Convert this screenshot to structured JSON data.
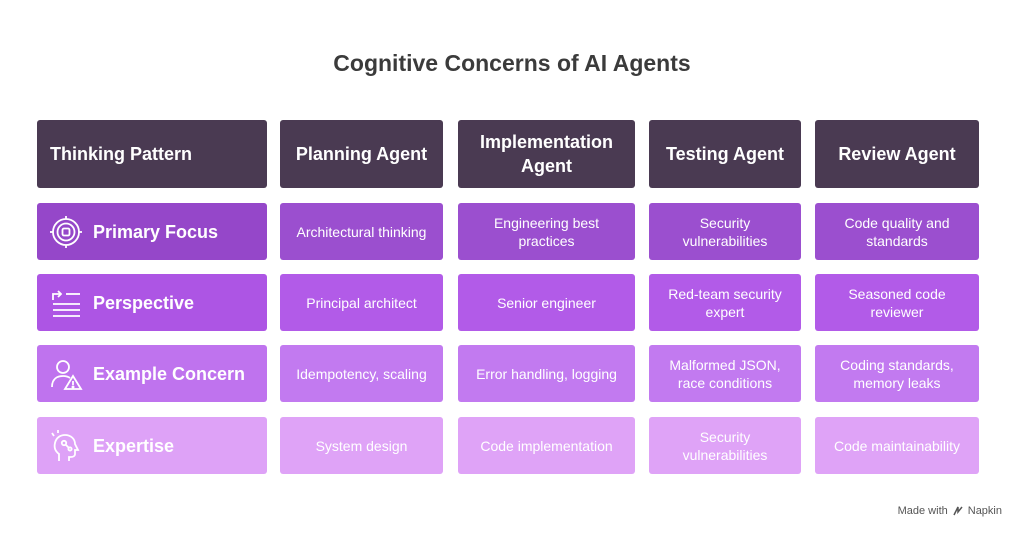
{
  "title": "Cognitive Concerns of AI Agents",
  "headers": [
    "Thinking Pattern",
    "Planning Agent",
    "Implementation Agent",
    "Testing Agent",
    "Review Agent"
  ],
  "rows": [
    {
      "label": "Primary Focus",
      "icon": "target-icon",
      "cells": [
        "Architectural thinking",
        "Engineering best practices",
        "Security vulnerabilities",
        "Code quality and standards"
      ]
    },
    {
      "label": "Perspective",
      "icon": "list-arrow-icon",
      "cells": [
        "Principal architect",
        "Senior engineer",
        "Red-team security expert",
        "Seasoned code reviewer"
      ]
    },
    {
      "label": "Example Concern",
      "icon": "person-warning-icon",
      "cells": [
        "Idempotency, scaling",
        "Error handling, logging",
        "Malformed JSON, race conditions",
        "Coding standards, memory leaks"
      ]
    },
    {
      "label": "Expertise",
      "icon": "head-idea-icon",
      "cells": [
        "System design",
        "Code implementation",
        "Security vulnerabilities",
        "Code maintainability"
      ]
    }
  ],
  "colors": {
    "header": "#4a3a52",
    "row1": "#9b4fcf",
    "row2": "#b25be8",
    "row3": "#c27af0",
    "row4": "#dfa3f7"
  },
  "footer": {
    "made_with": "Made with",
    "brand": "Napkin"
  }
}
